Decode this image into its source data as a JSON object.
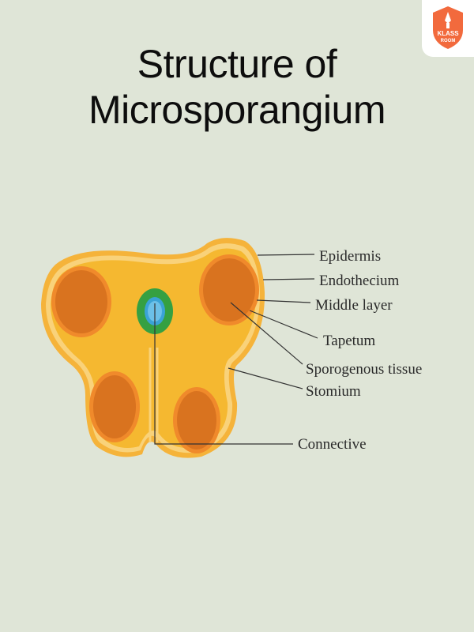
{
  "brand": {
    "logo_text_line1": "KLASS",
    "logo_text_line2": "ROOM",
    "accent": "#f26a3d"
  },
  "title": {
    "line1": "Structure of",
    "line2": "Microsporangium"
  },
  "labels": {
    "epidermis": "Epidermis",
    "endothecium": "Endothecium",
    "middle_layer": "Middle layer",
    "tapetum": "Tapetum",
    "sporogenous_tissue": "Sporogenous tissue",
    "stomium": "Stomium",
    "connective": "Connective"
  },
  "colors": {
    "background": "#dfe5d7",
    "epidermis": "#f5b33a",
    "endothecium": "#f9d27a",
    "body": "#f5b830",
    "sporangium": "#d9731f",
    "vascular_ring": "#35a042",
    "vascular_core": "#3aa3d6"
  }
}
